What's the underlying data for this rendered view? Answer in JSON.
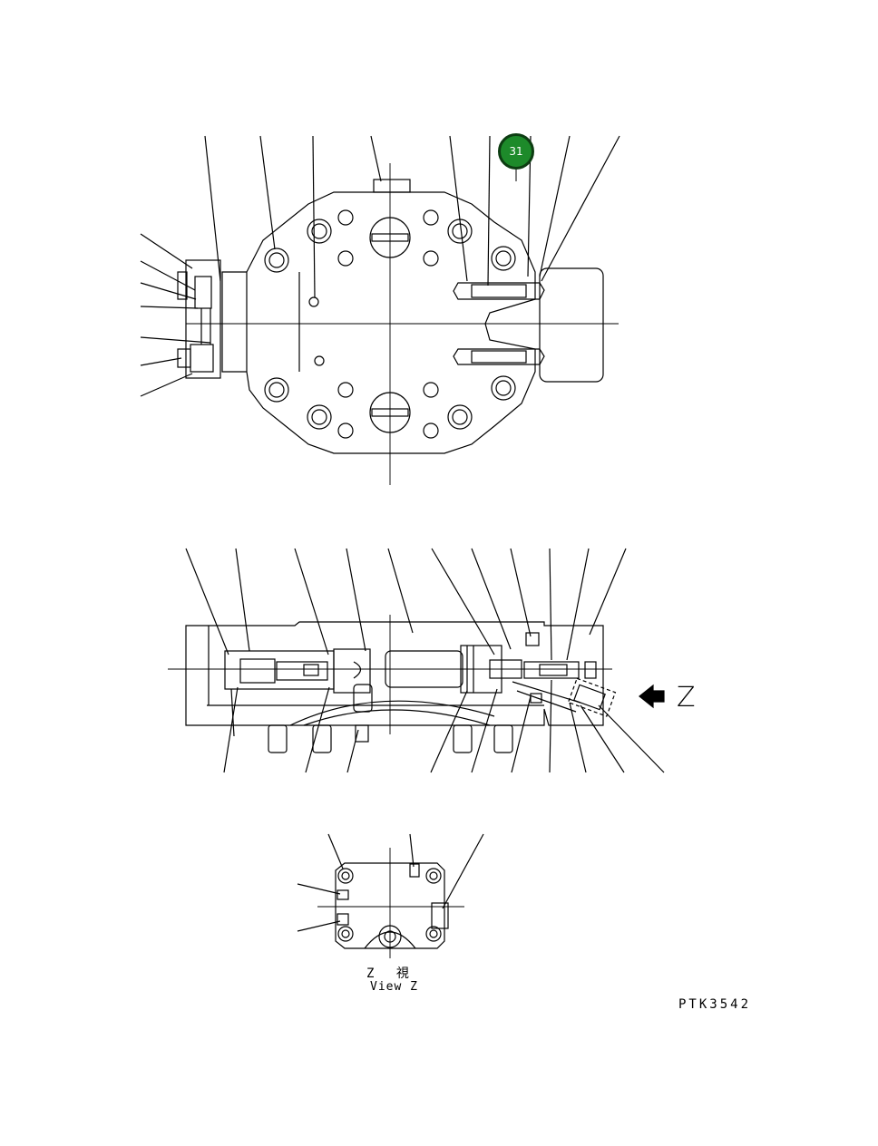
{
  "callout": {
    "number": "31",
    "color": "#1d8a2a"
  },
  "view_arrow": {
    "letter": "Z"
  },
  "view_caption": {
    "japanese": "Z 視",
    "english": "View Z"
  },
  "drawing_number": "PTK3542"
}
